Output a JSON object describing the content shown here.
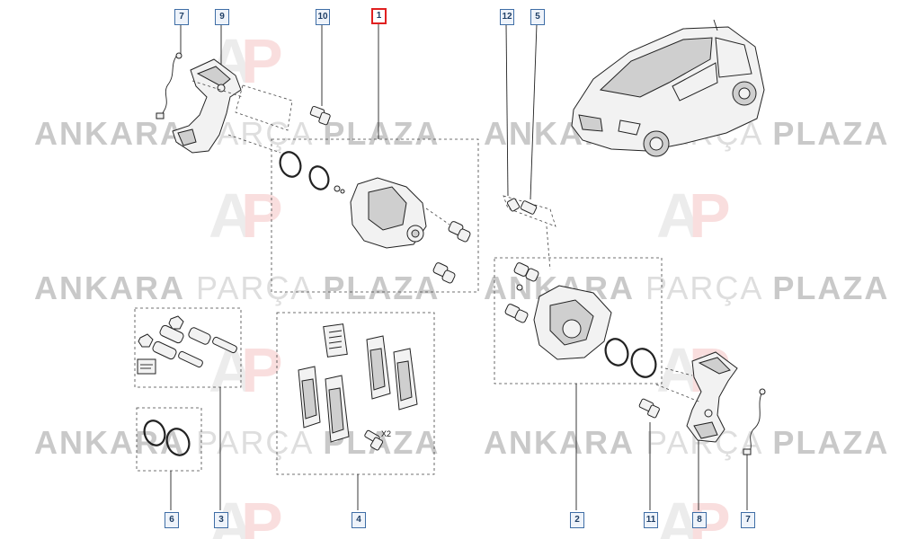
{
  "watermark": {
    "brand_bold_1": "ANKARA",
    "brand_light": "PARÇA",
    "brand_bold_2": "PLAZA",
    "logo_text": "AP"
  },
  "callouts": [
    {
      "label": "7"
    },
    {
      "label": "9"
    },
    {
      "label": "10"
    },
    {
      "label": "1"
    },
    {
      "label": "12"
    },
    {
      "label": "5"
    },
    {
      "label": "6"
    },
    {
      "label": "3"
    },
    {
      "label": "4"
    },
    {
      "label": "2"
    },
    {
      "label": "11"
    },
    {
      "label": "8"
    },
    {
      "label": "7"
    }
  ],
  "quantity_note": "X2",
  "colors": {
    "callout_border": "#3f6ea6",
    "primary_border": "#e02020",
    "watermark": "#d0d0d0"
  }
}
